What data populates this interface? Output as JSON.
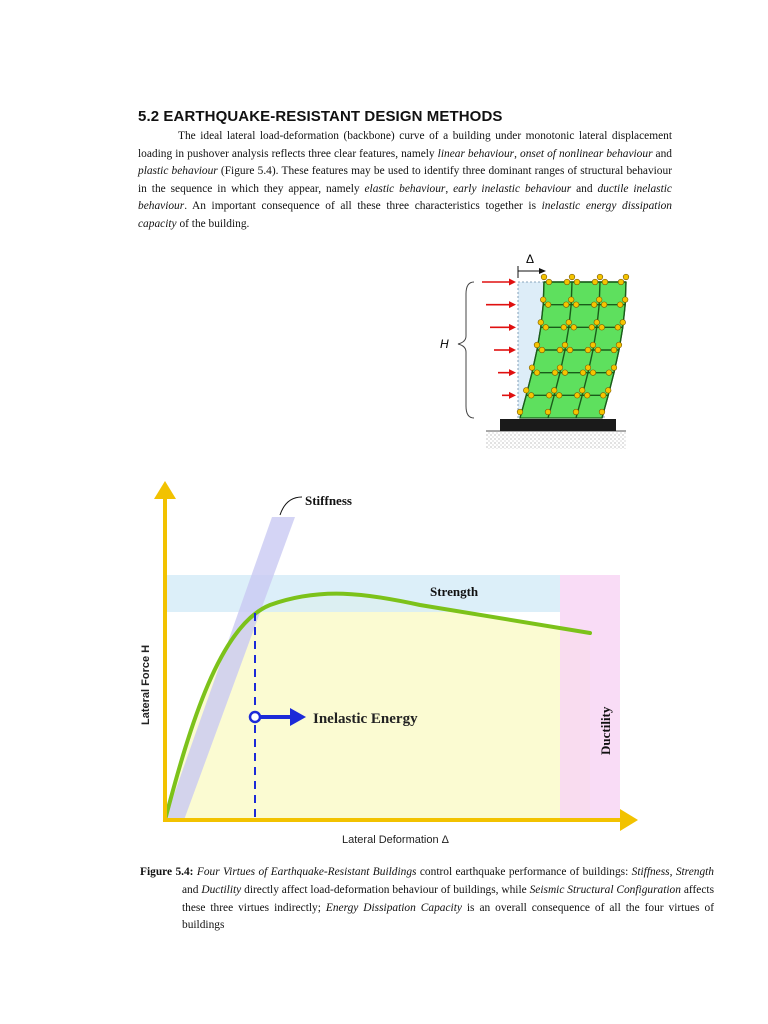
{
  "section": {
    "heading": "5.2 EARTHQUAKE-RESISTANT DESIGN METHODS",
    "paragraph": [
      {
        "t": "The ideal lateral load-deformation (backbone) curve of a building under monotonic lateral displacement loading in pushover analysis reflects three clear features, namely "
      },
      {
        "t": "linear behaviour",
        "i": true
      },
      {
        "t": ", "
      },
      {
        "t": "onset of nonlinear behaviour",
        "i": true
      },
      {
        "t": " and "
      },
      {
        "t": "plastic behaviour",
        "i": true
      },
      {
        "t": " (Figure 5.4). These features may be used to identify three dominant ranges of structural behaviour in the sequence in which they appear, namely "
      },
      {
        "t": "elastic behaviour",
        "i": true
      },
      {
        "t": ", "
      },
      {
        "t": "early inelastic behaviour",
        "i": true
      },
      {
        "t": " and "
      },
      {
        "t": "ductile inelastic behaviour",
        "i": true
      },
      {
        "t": ". An important consequence of all these three characteristics together is "
      },
      {
        "t": "inelastic energy dissipation capacity",
        "i": true
      },
      {
        "t": " of the building."
      }
    ]
  },
  "frame_figure": {
    "delta_label": "Δ",
    "height_label": "H",
    "colors": {
      "frame_fill": "#5ee05e",
      "frame_line": "#1a5c1a",
      "joint": "#f5c400",
      "arrow": "#e01010",
      "ghost": "#cfe6f5"
    }
  },
  "chart_figure": {
    "stiffness_label": "Stiffness",
    "strength_label": "Strength",
    "energy_label": "Inelastic Energy",
    "ductility_label": "Ductility",
    "y_axis_label": "Lateral Force H",
    "x_axis_label": "Lateral Deformation Δ",
    "colors": {
      "axis": "#f2c200",
      "curve": "#7cc21a",
      "energy_fill": "#fbfbd2",
      "strength_band": "#d6ecf8",
      "ductility_band": "#f8d6f4",
      "stiffness_wedge": "#c9c9f2",
      "marker": "#1c2ad8"
    }
  },
  "caption": {
    "label": "Figure 5.4:",
    "parts": [
      {
        "t": " "
      },
      {
        "t": "Four Virtues of Earthquake-Resistant Buildings",
        "i": true
      },
      {
        "t": " control earthquake performance of buildings: "
      },
      {
        "t": "Stiffness, Strength",
        "i": true
      },
      {
        "t": " and "
      },
      {
        "t": "Ductility",
        "i": true
      },
      {
        "t": " directly affect load-deformation behaviour of buildings, while "
      },
      {
        "t": "Seismic Structural Configuration",
        "i": true
      },
      {
        "t": " affects these three virtues indirectly; "
      },
      {
        "t": "Energy Dissipation Capacity",
        "i": true
      },
      {
        "t": " is an overall consequence of all the four virtues of buildings"
      }
    ]
  }
}
